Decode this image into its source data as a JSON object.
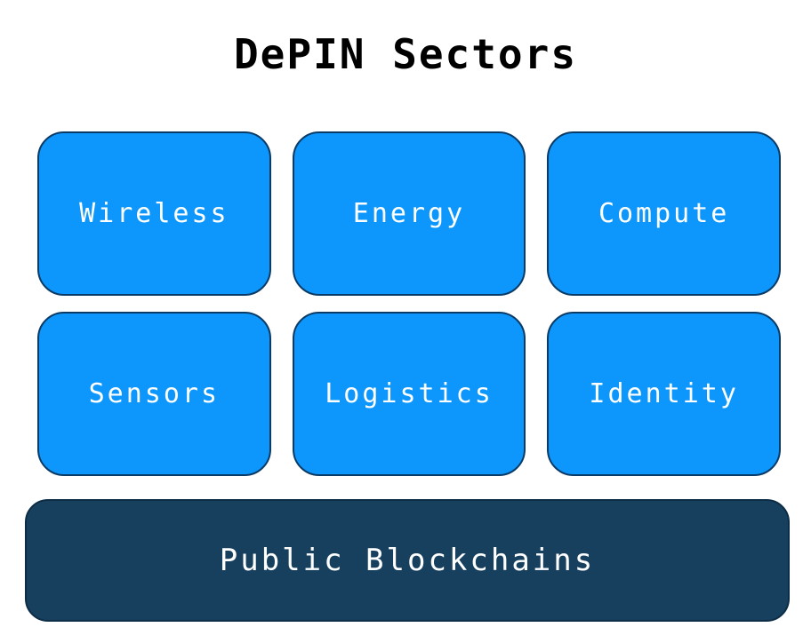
{
  "title": "DePIN Sectors",
  "sectors": [
    {
      "label": "Wireless"
    },
    {
      "label": "Energy"
    },
    {
      "label": "Compute"
    },
    {
      "label": "Sensors"
    },
    {
      "label": "Logistics"
    },
    {
      "label": "Identity"
    }
  ],
  "base": {
    "label": "Public Blockchains"
  },
  "colors": {
    "sector_fill": "#0d97fc",
    "sector_border": "#0a3a66",
    "sector_text": "#ffffff",
    "base_fill": "#17405f",
    "base_border": "#0d2c45",
    "base_text": "#ffffff",
    "title_text": "#000000"
  }
}
